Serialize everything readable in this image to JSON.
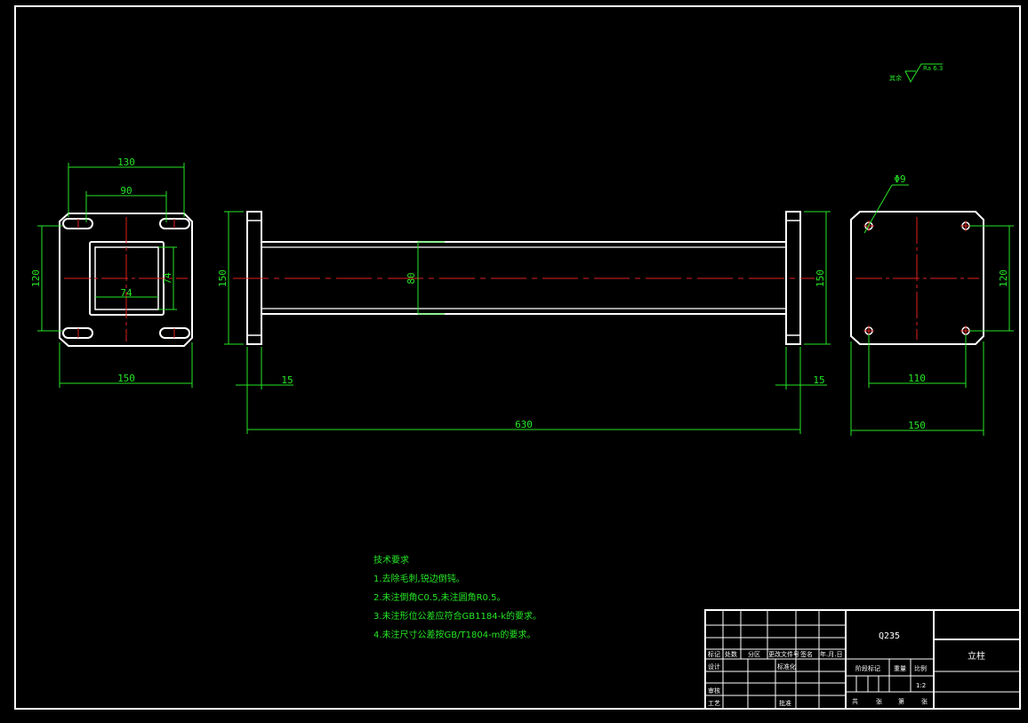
{
  "colors": {
    "background": "#000000",
    "outline": "#ffffff",
    "dimension": "#26e626",
    "centerline": "#e02020",
    "hidden_or_detail": "#e0e030"
  },
  "dimensions": {
    "left_view": {
      "top_outer": "130",
      "top_inner": "90",
      "left_height": "120",
      "inner_square_h": "74",
      "inner_square_v": "74",
      "bottom_width": "150"
    },
    "front_view": {
      "left_height": "150",
      "tube_dia": "80",
      "right_height": "150",
      "left_flange": "15",
      "right_flange": "15",
      "overall_length": "630"
    },
    "right_view": {
      "hole_dia": "Φ9",
      "right_height": "120",
      "hole_spacing": "110",
      "bottom_width": "150"
    }
  },
  "surface_finish": {
    "label": "其余",
    "value": "Ra 6.3"
  },
  "tech_requirements": {
    "title": "技术要求",
    "items": [
      "1.去除毛刺,锐边倒钝。",
      "2.未注倒角C0.5,未注圆角R0.5。",
      "3.未注形位公差应符合GB1184-k的要求。",
      "4.未注尺寸公差按GB/T1804-m的要求。"
    ]
  },
  "title_block": {
    "material": "Q235",
    "part_name": "立柱",
    "scale": "1:2",
    "labels": {
      "mark": "标记",
      "count": "处数",
      "zone": "分区",
      "change_doc": "更改文件号",
      "sign": "签名",
      "ymd": "年.月.日",
      "design": "设计",
      "standardize": "标准化",
      "stage_mark": "阶段标记",
      "weight": "重量",
      "scale_label": "比例",
      "review": "审核",
      "process": "工艺",
      "approve": "批准",
      "sheets_total": "共",
      "sheets_word": "张",
      "sheet_no": "第",
      "sheet_word": "张"
    }
  }
}
